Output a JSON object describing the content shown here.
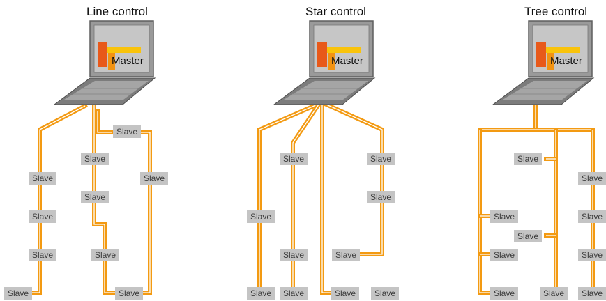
{
  "diagrams": [
    {
      "title": "Line control",
      "master_label": "Master",
      "slave_label": "Slave"
    },
    {
      "title": "Star control",
      "master_label": "Master",
      "slave_label": "Slave"
    },
    {
      "title": "Tree control",
      "master_label": "Master",
      "slave_label": "Slave"
    }
  ],
  "colors": {
    "cable": "#f39a12",
    "cable_center": "#ffffff",
    "slave_box": "#c4c4c4",
    "laptop_body": "#8f8f8f",
    "screen": "#c6c6c6",
    "logo_red": "#e8591a",
    "logo_orange": "#f29312",
    "logo_yellow": "#f9c30b"
  },
  "icons": [
    "laptop-icon",
    "master-logo-icon"
  ]
}
